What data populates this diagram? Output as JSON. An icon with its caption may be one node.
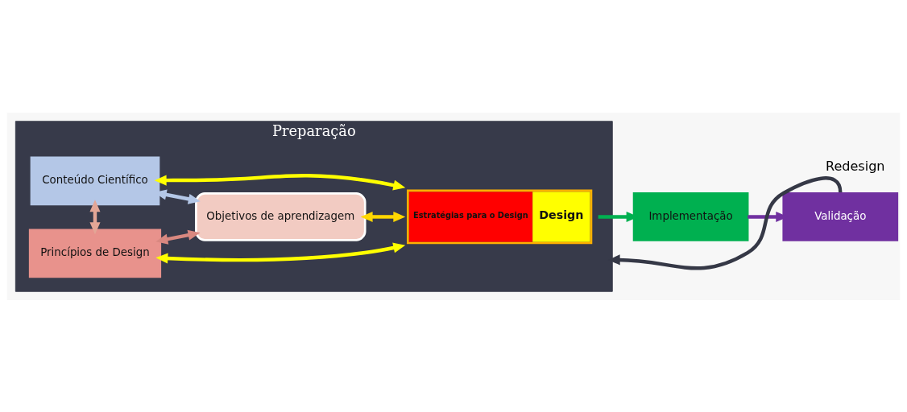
{
  "diagram": {
    "nodes": [
      {
        "text": [
          "Preparação"
        ]
      },
      {
        "text": [
          "Conteúdo Científico"
        ],
        "in": 0
      },
      {
        "text": [
          "Objetivos de aprendizagem"
        ],
        "in": 0
      },
      {
        "text": [
          "Princípios de Design"
        ],
        "in": 0
      },
      {
        "text": [
          "Estratégias para o Design",
          "Design"
        ],
        "in": 0
      },
      {
        "text": [
          "Implementação"
        ]
      },
      {
        "text": [
          "Validação"
        ]
      }
    ],
    "edges": [
      {
        "from": 3,
        "to": 1,
        "arrow": "both",
        "color": "#e3a696"
      },
      {
        "from": 1,
        "to": 2,
        "arrow": "both",
        "color": "#b4c7e7"
      },
      {
        "from": 3,
        "to": 2,
        "arrow": "both",
        "color": "#d98880"
      },
      {
        "from": 2,
        "to": 4,
        "arrow": "both",
        "color": "#ffd700"
      },
      {
        "from": 1,
        "to": 4,
        "arrow": "both",
        "color": "#ffff00"
      },
      {
        "from": 3,
        "to": 4,
        "arrow": "both",
        "color": "#ffff00"
      },
      {
        "from": 4,
        "to": 5,
        "arrow": "to",
        "color": "#00b050"
      },
      {
        "from": 5,
        "to": 6,
        "arrow": "to",
        "color": "#7030a0"
      },
      {
        "from": 6,
        "to": 0,
        "arrow": "to",
        "label": "Redesign",
        "color": "#353846"
      }
    ]
  }
}
